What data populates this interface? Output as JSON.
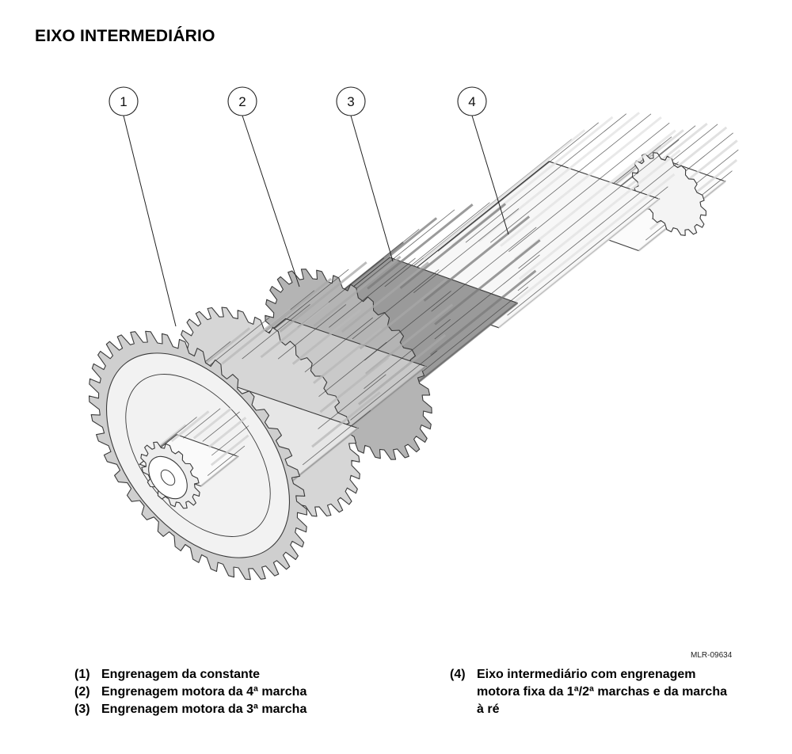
{
  "title": "EIXO INTERMEDIÁRIO",
  "figure_code": "MLR-09634",
  "callouts": [
    {
      "number": "1"
    },
    {
      "number": "2"
    },
    {
      "number": "3"
    },
    {
      "number": "4"
    }
  ],
  "legend": [
    {
      "number": "(1)",
      "text": "Engrenagem da constante"
    },
    {
      "number": "(2)",
      "text": "Engrenagem motora da 4ª marcha"
    },
    {
      "number": "(3)",
      "text": "Engrenagem motora da 3ª marcha"
    },
    {
      "number": "(4)",
      "text": "Eixo intermediário com engrenagem\nmotora fixa da 1ª/2ª marchas e da marcha\nà ré"
    }
  ],
  "colors": {
    "outline": "#3a3a3a",
    "gear_light": "#e6e6e6",
    "gear_mid": "#c9c9c9",
    "gear_dark": "#9a9a9a",
    "shaft": "#f7f7f7",
    "callout_circle": "#ffffff"
  }
}
